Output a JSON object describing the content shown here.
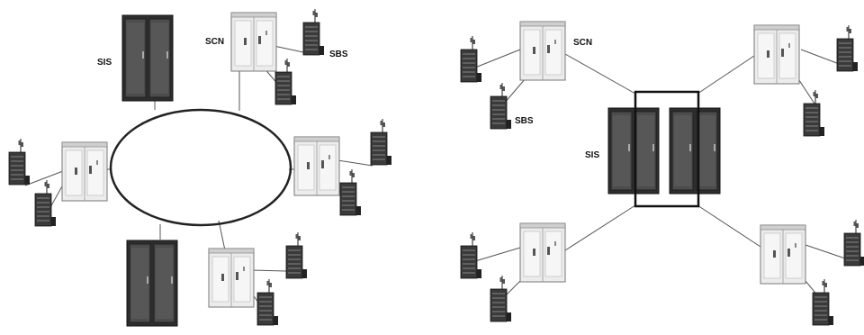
{
  "left_diagram": {
    "labels": {
      "sis": "SIS",
      "scn": "SCN",
      "sbs": "SBS"
    }
  },
  "right_diagram": {
    "labels": {
      "sis": "SIS",
      "scn": "SCN",
      "sbs": "SBS"
    }
  },
  "colors": {
    "server_rack": "#3d3d3d",
    "server_rack_panel": "#5a5a5a",
    "switch_cabinet": "#ececec",
    "base_station": "#4a4a4a",
    "link_line": "#555555",
    "ring": "#222222"
  }
}
